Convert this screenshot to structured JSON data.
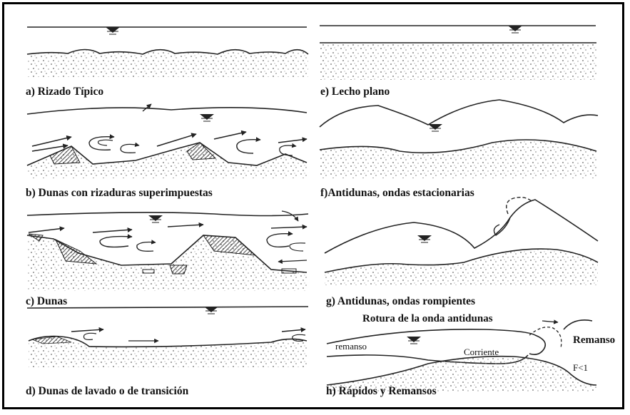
{
  "panels": {
    "a": "a) Rizado Típico",
    "b": "b) Dunas con rizaduras superimpuestas",
    "c": "c) Dunas",
    "d": "d) Dunas de lavado o de transición",
    "e": "e) Lecho plano",
    "f": "f)Antidunas, ondas estacionarias",
    "g": "g) Antidunas, ondas rompientes",
    "h": "h) Rápidos y Remansos"
  },
  "labels_h": {
    "rotura": "Rotura de la onda antidunas",
    "remanso_left": "remanso",
    "corriente": "Corriente",
    "remanso_right": "Remanso",
    "froude": "F<1"
  }
}
